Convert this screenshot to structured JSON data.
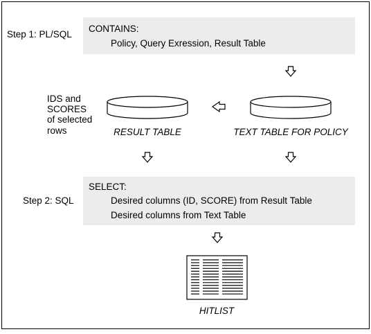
{
  "step1": {
    "label": "Step 1: PL/SQL",
    "heading": "CONTAINS:",
    "items": [
      "Policy, Query Exression, Result Table"
    ]
  },
  "side_note": [
    "IDS and",
    "SCORES",
    "of selected",
    "rows"
  ],
  "result_table_label": "RESULT TABLE",
  "text_table_label": "TEXT TABLE FOR POLICY",
  "step2": {
    "label": "Step 2: SQL",
    "heading": "SELECT:",
    "items": [
      "Desired columns (ID, SCORE) from Result Table",
      "Desired columns from Text Table"
    ]
  },
  "hitlist_label": "HITLIST",
  "colors": {
    "panel_fill": "#ececec",
    "line": "#000000",
    "background": "#ffffff"
  },
  "icons": {
    "arrow": "hollow-arrow-icon",
    "table": "database-cylinder-icon",
    "document": "hitlist-document-icon"
  }
}
